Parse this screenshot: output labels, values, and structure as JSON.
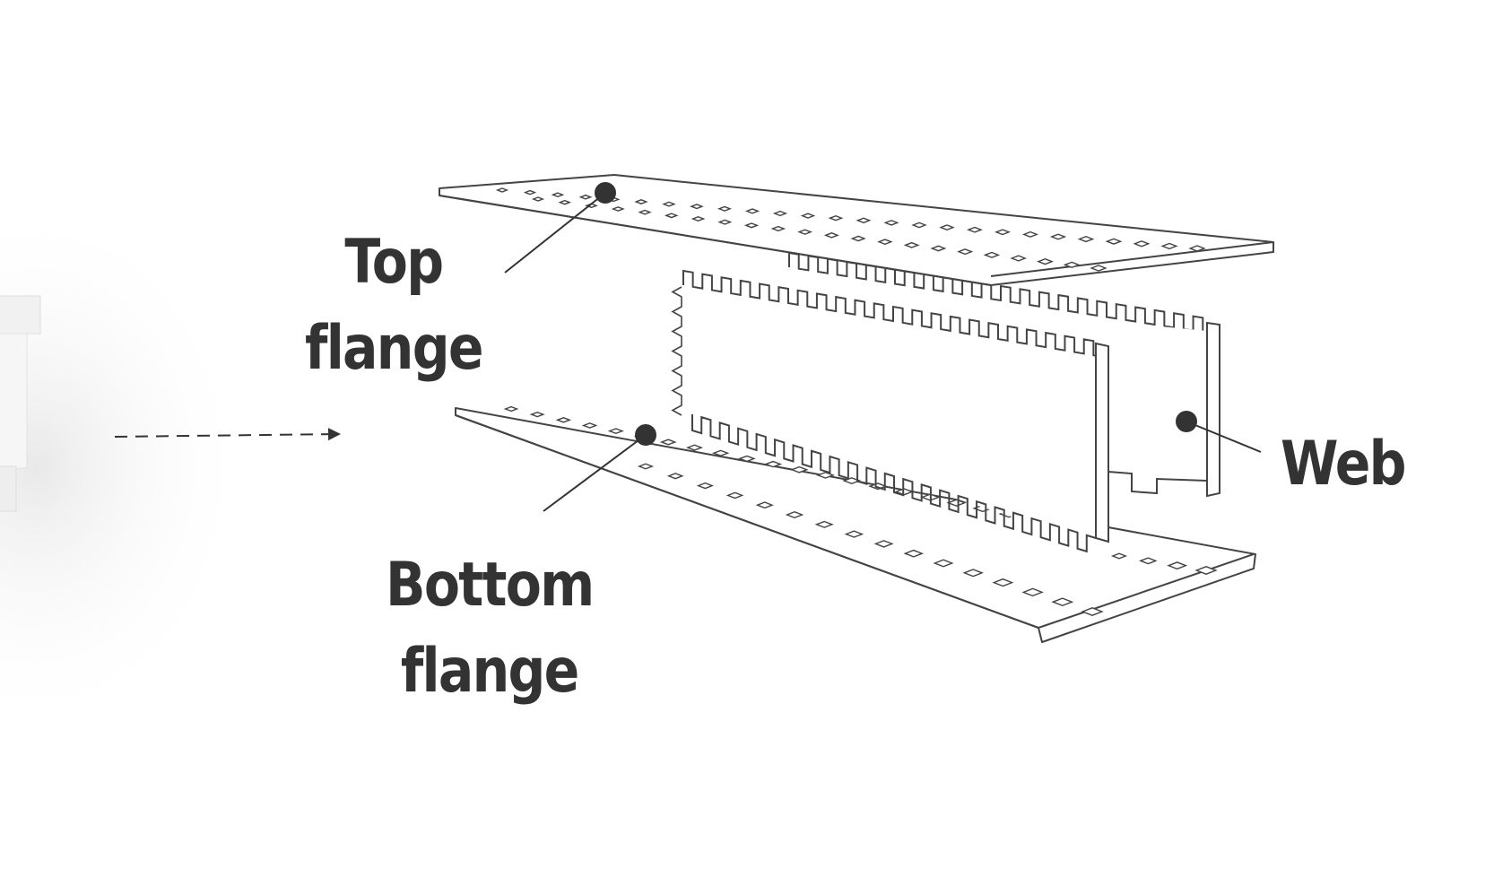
{
  "labels": {
    "top_flange": {
      "line1": "Top",
      "line2": "flange"
    },
    "bottom_flange": {
      "line1": "Bottom",
      "line2": "flange"
    },
    "web": "Web"
  },
  "colors": {
    "ink": "#333333",
    "outline": "#444444",
    "background": "#ffffff"
  }
}
